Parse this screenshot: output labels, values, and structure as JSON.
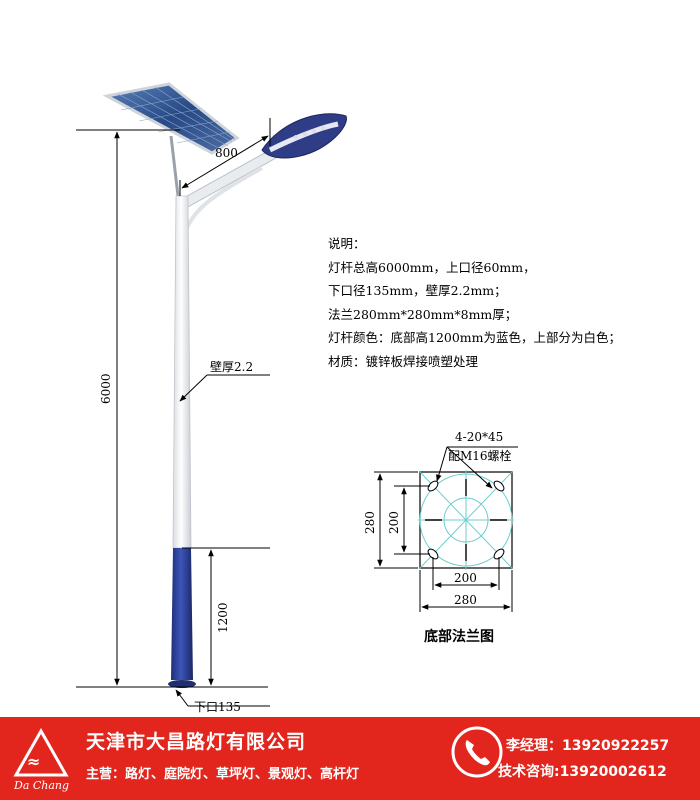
{
  "diagram": {
    "dims": {
      "arm_length": "800",
      "total_height": "6000",
      "wall_thickness": "壁厚2.2",
      "bottom_height": "1200",
      "bottom_diameter": "下口135"
    },
    "colors": {
      "pole_white": "#f2f4f6",
      "pole_blue": "#2a3e96",
      "panel": "#2c4a7a",
      "lamp_blue": "#2f3c86"
    }
  },
  "specs": {
    "heading": "说明：",
    "lines": [
      "灯杆总高6000mm，上口径60mm，",
      "下口径135mm，壁厚2.2mm；",
      "法兰280mm*280mm*8mm厚；",
      "灯杆颜色：底部高1200mm为蓝色，上部分为白色；",
      "材质：镀锌板焊接喷塑处理"
    ]
  },
  "flange": {
    "hole_spec": "4-20*45",
    "bolt_spec": "配M16螺栓",
    "outer_size": "280",
    "inner_size": "200",
    "caption": "底部法兰图"
  },
  "footer": {
    "bg_color": "#e3261d",
    "logo_text": "Da Chang",
    "company": "天津市大昌路灯有限公司",
    "business": "主营：路灯、庭院灯、草坪灯、景观灯、高杆灯",
    "contact_1": "李经理：13920922257",
    "contact_2": "技术咨询:13920002612",
    "phone_icon": "phone-icon"
  }
}
